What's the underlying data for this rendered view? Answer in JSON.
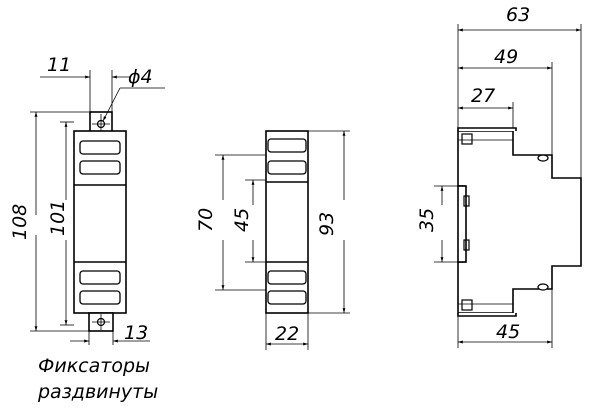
{
  "dimensions": {
    "front": {
      "width_top": "11",
      "hole": "ϕ4",
      "height_total": "108",
      "height_body": "101",
      "width_bottom": "13"
    },
    "middle": {
      "inner_height": "70",
      "small_height": "45",
      "total_height": "93",
      "width": "22"
    },
    "side": {
      "overall_depth": "63",
      "depth_49": "49",
      "depth_27": "27",
      "rail_height": "35",
      "bottom_depth": "45"
    }
  },
  "caption": {
    "line1": "Фиксаторы",
    "line2": "раздвинуты"
  }
}
